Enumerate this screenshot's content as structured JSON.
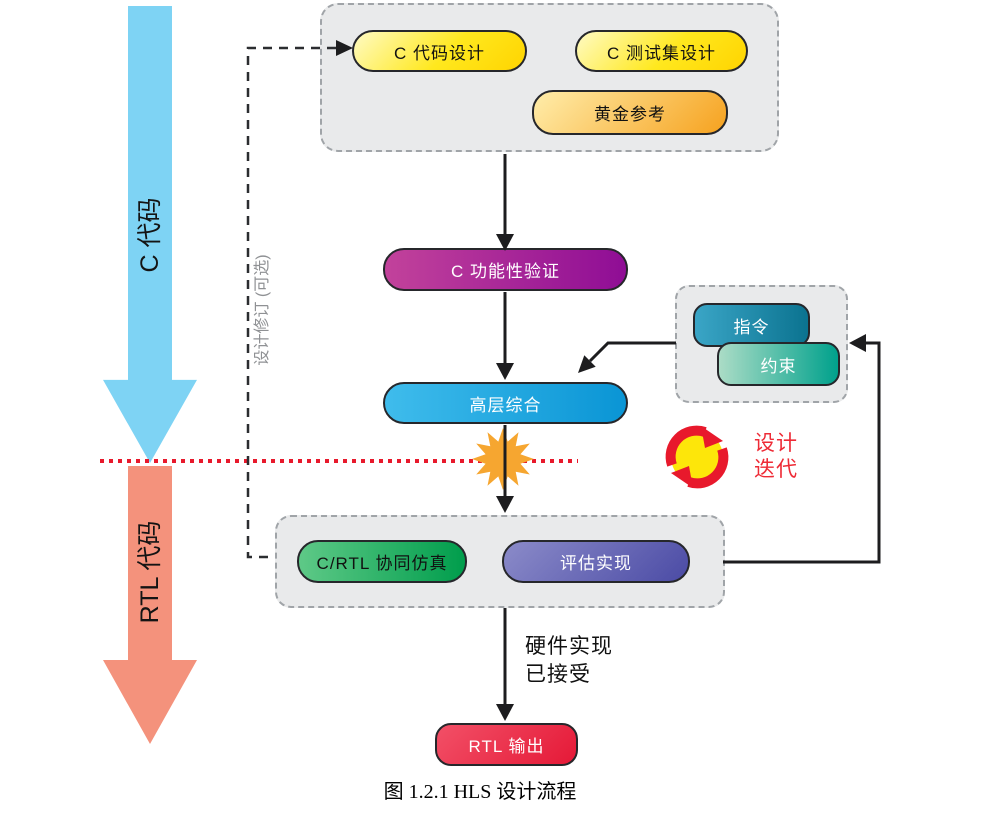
{
  "figure": {
    "caption": "图 1.2.1 HLS 设计流程"
  },
  "rails": {
    "c_label": "C 代码",
    "rtl_label": "RTL 代码",
    "c_color": "#7ed3f4",
    "rtl_color": "#f4927c"
  },
  "revision": {
    "label": "设计修订 (可选)"
  },
  "nodes": {
    "c_design": "C 代码设计",
    "c_testbench": "C 测试集设计",
    "golden_ref": "黄金参考",
    "c_verify": "C 功能性验证",
    "hls": "高层综合",
    "directives": "指令",
    "constraints": "约束",
    "cosim": "C/RTL 协同仿真",
    "evaluate": "评估实现",
    "rtl_out": "RTL 输出"
  },
  "annotations": {
    "iteration_line1": "设计",
    "iteration_line2": "迭代",
    "accept_line1": "硬件实现",
    "accept_line2": "已接受"
  },
  "colors": {
    "accent_red": "#e8192c",
    "connector_black": "#1d1d1f",
    "group_bg": "#e9eaeb",
    "yellow_from": "#fffbc4",
    "yellow_to": "#ffd400",
    "gold_from": "#ffedaa",
    "gold_to": "#f6a21f",
    "magenta_from": "#c2429b",
    "magenta_to": "#8f0d95",
    "blue_from": "#3fbcec",
    "blue_to": "#0a95d5",
    "teal_from": "#3aa5c6",
    "teal_to": "#0b7390",
    "mint_from": "#abdcc6",
    "mint_to": "#00a18c",
    "green_from": "#5ec987",
    "green_to": "#009d4c",
    "indigo_from": "#8b8bc9",
    "indigo_to": "#4b4ba5",
    "red_from": "#f25067",
    "red_to": "#e51937",
    "star_orange": "#f6a630",
    "iteration_yellow": "#fde60a"
  }
}
